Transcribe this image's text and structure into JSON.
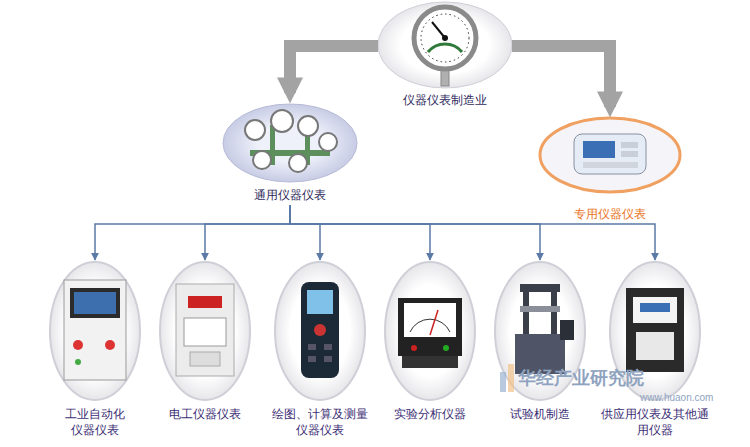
{
  "diagram": {
    "nodes": [
      {
        "text": [
          "仪器仪表制造业"
        ]
      },
      {
        "text": [
          "通用仪器仪表"
        ]
      },
      {
        "text": [
          "专用仪器仪表"
        ]
      },
      {
        "text": [
          "工业自动化仪器仪表"
        ]
      },
      {
        "text": [
          "电工仪器仪表"
        ]
      },
      {
        "text": [
          "绘图、计算及测量仪器仪表"
        ]
      },
      {
        "text": [
          "实验分析仪器"
        ]
      },
      {
        "text": [
          "试验机制造"
        ]
      },
      {
        "text": [
          "供应用仪表及其他通用仪器"
        ]
      }
    ],
    "edges": [
      {
        "from": 0,
        "to": 1,
        "arrow": "to"
      },
      {
        "from": 0,
        "to": 2,
        "arrow": "to"
      },
      {
        "from": 1,
        "to": 3,
        "arrow": "to"
      },
      {
        "from": 1,
        "to": 4,
        "arrow": "to"
      },
      {
        "from": 1,
        "to": 5,
        "arrow": "to"
      },
      {
        "from": 1,
        "to": 6,
        "arrow": "to"
      },
      {
        "from": 1,
        "to": 7,
        "arrow": "to"
      },
      {
        "from": 1,
        "to": 8,
        "arrow": "to"
      }
    ],
    "labels": [
      "华经产业研究院",
      "www.huaon.com"
    ]
  }
}
